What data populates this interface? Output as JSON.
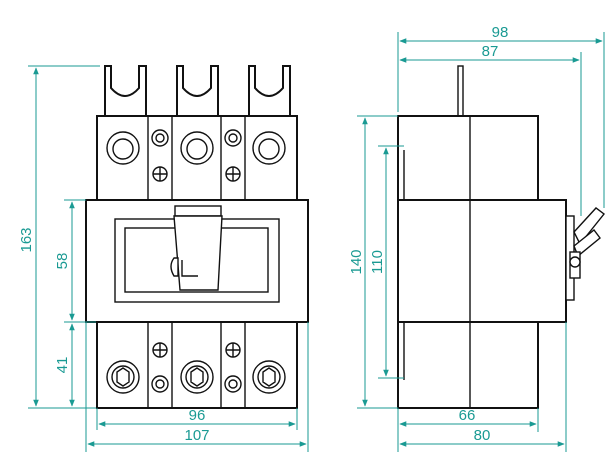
{
  "colors": {
    "dimension": "#1a9a93",
    "outline": "#111111"
  },
  "front_view": {
    "height_total": "163",
    "height_handle_area": "58",
    "height_lower": "41",
    "width_inner": "96",
    "width_total": "107"
  },
  "side_view": {
    "width_total": "98",
    "width_body": "87",
    "height_total": "140",
    "height_inner": "110",
    "depth_base": "66",
    "depth_total": "80"
  }
}
